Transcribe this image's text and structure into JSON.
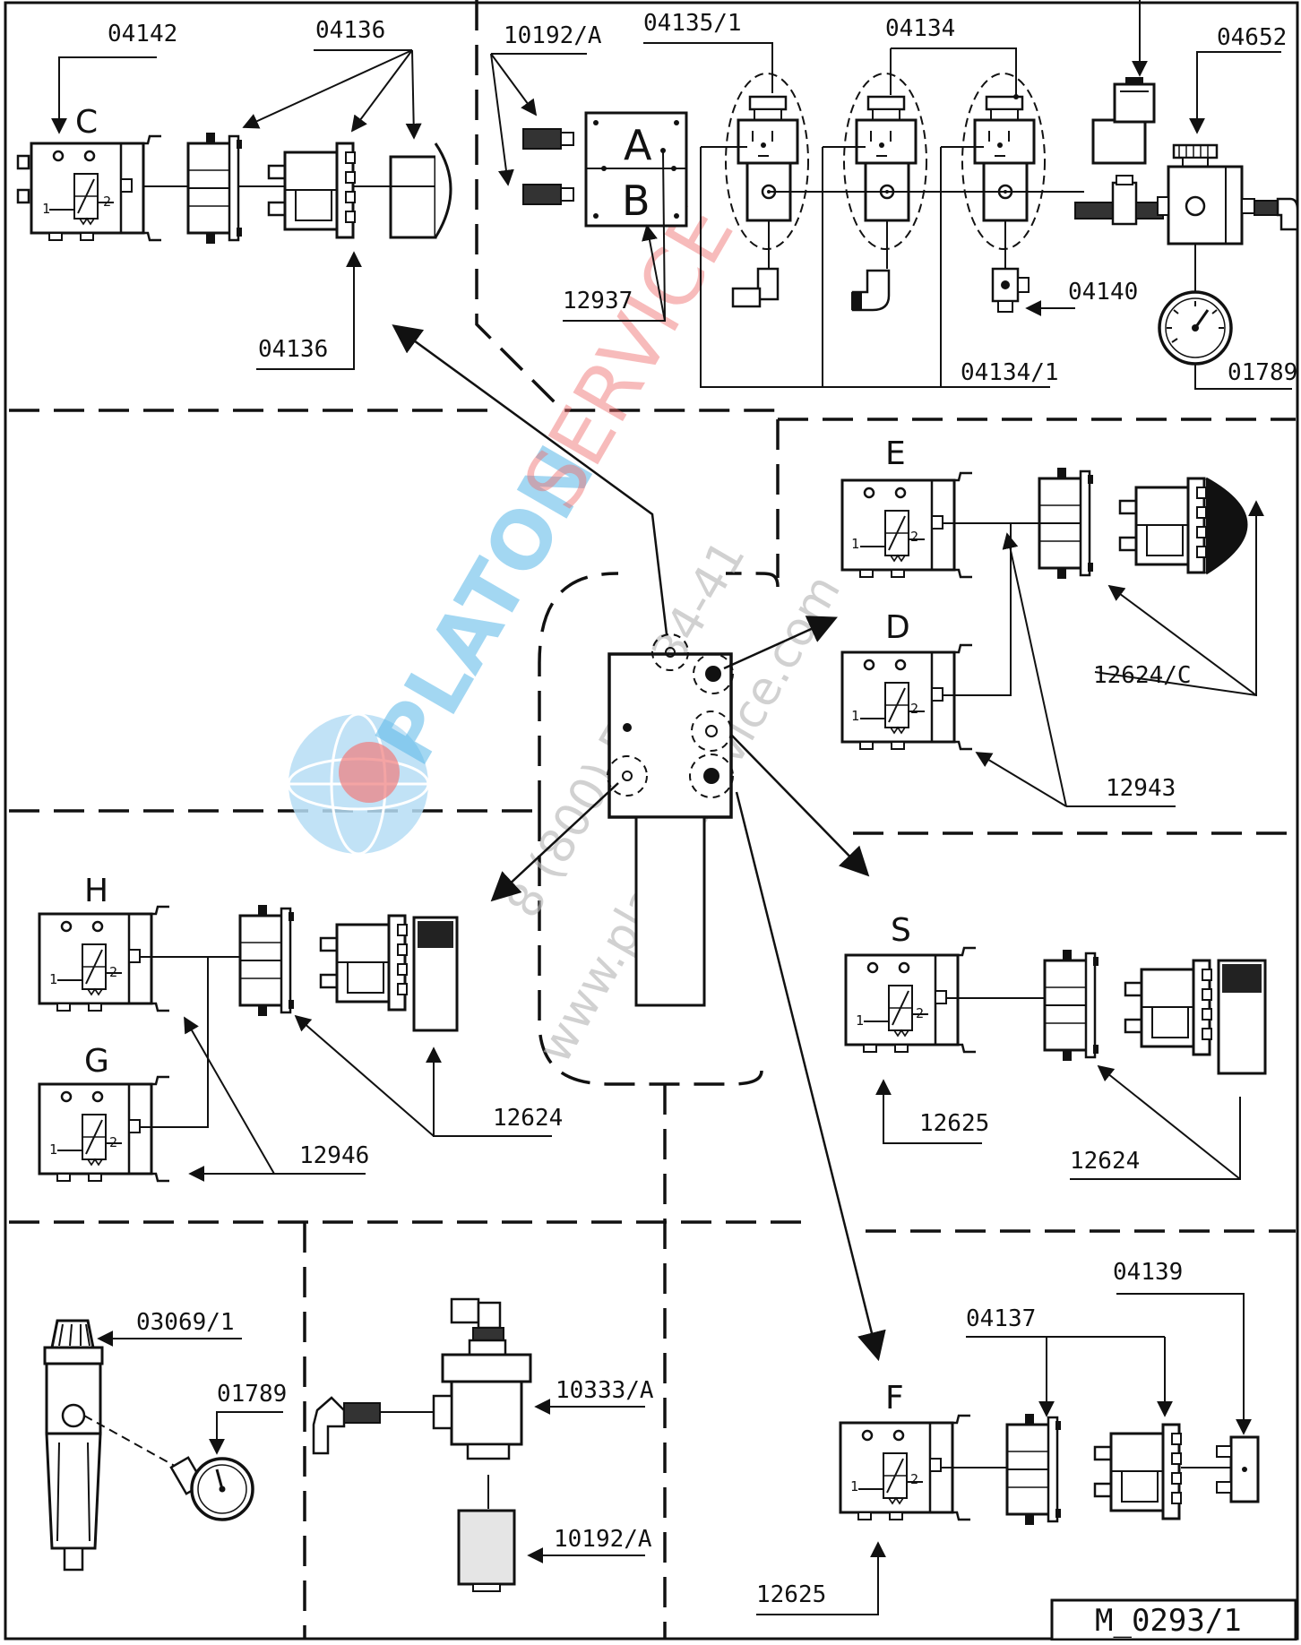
{
  "drawing_id": "M_0293/1",
  "watermark": {
    "brand_a": "PLATON",
    "brand_b": "SERVICE",
    "phone": "8 (800) 505-34-41",
    "site": "www.platonservice.com"
  },
  "labels": {
    "p04142": "04142",
    "p04136_top": "04136",
    "p04136_bottom": "04136",
    "p10192a_top": "10192/A",
    "p04135_1": "04135/1",
    "p04134": "04134",
    "p04652": "04652",
    "p12937": "12937",
    "p04140": "04140",
    "p04134_1": "04134/1",
    "p01789_top": "01789",
    "p12624c": "12624/C",
    "p12943": "12943",
    "p12624_left": "12624",
    "p12946": "12946",
    "p12625_s": "12625",
    "p12624_right": "12624",
    "p04139": "04139",
    "p04137": "04137",
    "p12625_f": "12625",
    "p03069_1": "03069/1",
    "p01789_bottom": "01789",
    "p10333a": "10333/A",
    "p10192a_bottom": "10192/A"
  },
  "letters": {
    "C": "C",
    "E": "E",
    "D": "D",
    "H": "H",
    "G": "G",
    "S": "S",
    "F": "F",
    "A": "A",
    "B": "B"
  },
  "valve_ports": {
    "in": "1",
    "out": "2"
  }
}
